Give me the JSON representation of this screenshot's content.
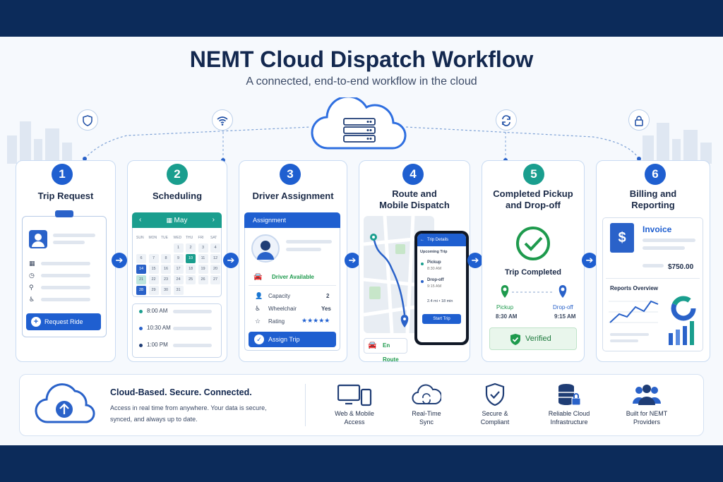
{
  "header": {
    "title": "NEMT Cloud Dispatch Workflow",
    "subtitle": "A connected, end-to-end workflow in the cloud"
  },
  "steps": [
    {
      "num": "1",
      "title": "Trip Request",
      "button": "Request Ride"
    },
    {
      "num": "2",
      "title": "Scheduling",
      "month": "May",
      "weekdays": [
        "SUN",
        "MON",
        "TUE",
        "WED",
        "THU",
        "FRI",
        "SAT"
      ],
      "days": [
        "",
        "",
        "",
        "1",
        "2",
        "3",
        "4",
        "6",
        "7",
        "8",
        "9",
        "10",
        "11",
        "12",
        "14",
        "15",
        "16",
        "17",
        "18",
        "19",
        "20",
        "21",
        "22",
        "23",
        "24",
        "25",
        "26",
        "27",
        "28",
        "29",
        "30",
        "31",
        "",
        "",
        ""
      ],
      "times": [
        "8:00 AM",
        "10:30 AM",
        "1:00 PM"
      ]
    },
    {
      "num": "3",
      "title": "Driver Assignment",
      "header": "Assignment",
      "status": "Driver Available",
      "rows": [
        {
          "label": "Capacity",
          "value": "2"
        },
        {
          "label": "Wheelchair",
          "value": "Yes"
        },
        {
          "label": "Rating",
          "value": "★★★★★"
        }
      ],
      "button": "Assign Trip"
    },
    {
      "num": "4",
      "title": "Route and",
      "title2": "Mobile Dispatch",
      "phone_header": "Trip Details",
      "upcoming": "Upcoming Trip",
      "pickup": "Pickup",
      "pickup_time": "8:30 AM",
      "dropoff": "Drop-off",
      "dropoff_time": "9:15 AM",
      "distance": "2.4 mi  •  18 min",
      "start": "Start Trip",
      "status": "En Route"
    },
    {
      "num": "5",
      "title": "Completed Pickup",
      "title2": "and Drop-off",
      "completed": "Trip Completed",
      "pickup": "Pickup",
      "pickup_time": "8:30 AM",
      "dropoff": "Drop-off",
      "dropoff_time": "9:15 AM",
      "verified": "Verified"
    },
    {
      "num": "6",
      "title": "Billing and",
      "title2": "Reporting",
      "invoice": "Invoice",
      "amount": "$750.00",
      "reports": "Reports Overview"
    }
  ],
  "footer": {
    "headline": "Cloud-Based. Secure. Connected.",
    "desc1": "Access in real time from anywhere. Your data is secure,",
    "desc2": "synced, and always up to date.",
    "features": [
      {
        "l1": "Web & Mobile",
        "l2": "Access"
      },
      {
        "l1": "Real-Time",
        "l2": "Sync"
      },
      {
        "l1": "Secure &",
        "l2": "Compliant"
      },
      {
        "l1": "Reliable Cloud",
        "l2": "Infrastructure"
      },
      {
        "l1": "Built for NEMT",
        "l2": "Providers"
      }
    ]
  },
  "colors": {
    "blue": "#1f5fd0",
    "teal": "#1a9e8e",
    "navy": "#0c2b5a",
    "green": "#1e9a4d"
  },
  "icons": [
    "shield-icon",
    "wifi-icon",
    "cloud-server-icon",
    "sync-icon",
    "lock-icon"
  ]
}
